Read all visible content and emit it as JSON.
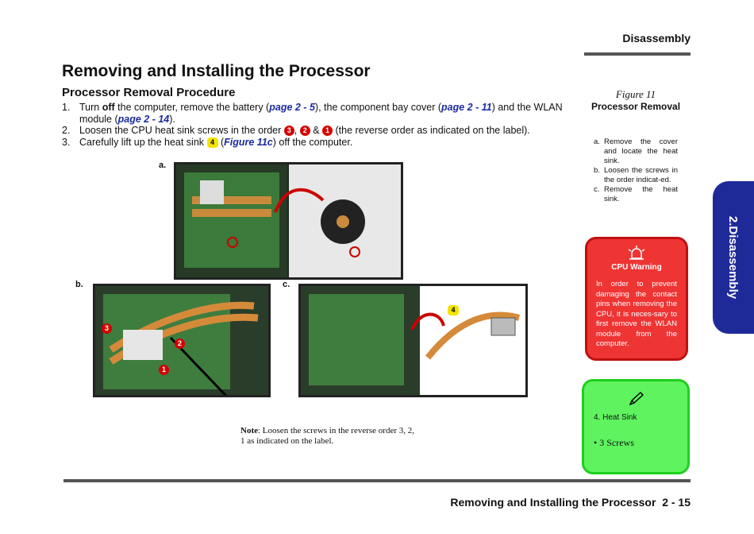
{
  "header": {
    "section": "Disassembly"
  },
  "page": {
    "title": "Removing and Installing the Processor",
    "subtitle": "Processor Removal Procedure"
  },
  "steps": [
    {
      "num": "1.",
      "t1": "Turn ",
      "bold": "off",
      "t2": " the computer, remove the battery (",
      "link1": "page 2 - 5",
      "t3": "), the component bay cover (",
      "link2": "page 2 - 11",
      "t4": ") and the WLAN module (",
      "link3": "page 2 - 14",
      "t5": ")."
    },
    {
      "num": "2.",
      "t1": "Loosen the CPU heat sink screws in the order ",
      "b1": "3",
      "sep1": ", ",
      "b2": "2",
      "sep2": " & ",
      "b3": "1",
      "t2": " (the reverse order as indicated on the label)."
    },
    {
      "num": "3.",
      "t1": "Carefully lift up the heat sink ",
      "b1": "4",
      "t2": " (",
      "link": "Figure 11c",
      "t3": ") off the computer."
    }
  ],
  "figures": {
    "a_label": "a.",
    "b_label": "b.",
    "c_label": "c.",
    "callouts": {
      "n3": "3",
      "n2": "2",
      "n1": "1",
      "n4": "4"
    }
  },
  "note": {
    "label": "Note",
    "text": ": Loosen the screws in the reverse order 3, 2, 1 as indicated on the label."
  },
  "sidebar": {
    "figure_number": "Figure 11",
    "figure_title": "Processor Removal",
    "items": [
      {
        "letter": "a.",
        "text": "Remove the cover and locate the heat sink."
      },
      {
        "letter": "b.",
        "text": "Loosen the screws in the order indicat-ed."
      },
      {
        "letter": "c.",
        "text": "Remove the heat sink."
      }
    ]
  },
  "warning": {
    "icon": "alarm-bell-icon",
    "title": "CPU Warning",
    "text": "In order to prevent damaging the contact pins when removing the CPU, it is neces-sary to first remove the WLAN module from the computer."
  },
  "tip": {
    "icon": "pencil-icon",
    "item": "4.  Heat Sink",
    "bullet": "•  3 Screws"
  },
  "tab": {
    "label": "2.Disassembly"
  },
  "footer": {
    "title": "Removing and Installing the Processor",
    "page": "2  -  15"
  },
  "colors": {
    "link": "#1a2a9e",
    "warning_bg": "#ef3434",
    "tip_bg": "#5ff35f",
    "tab_bg": "#1f2a99"
  }
}
